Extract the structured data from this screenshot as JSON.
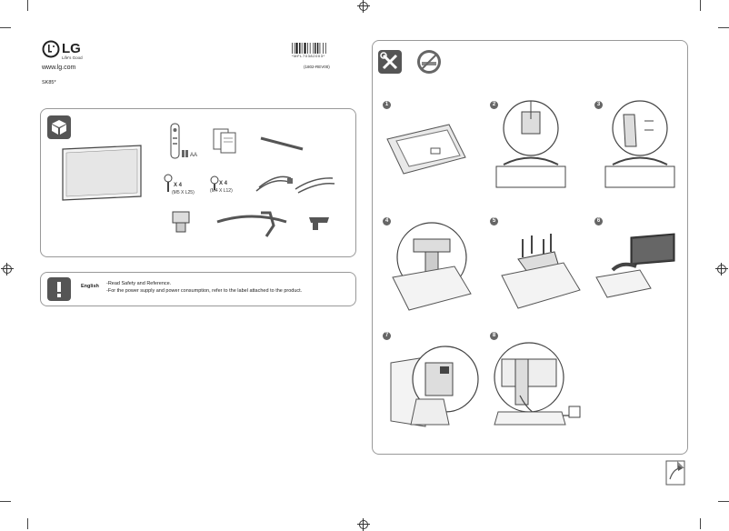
{
  "brand": {
    "logo_text": "LG",
    "tagline": "Life's Good",
    "website": "www.lg.com",
    "model": "SK85*"
  },
  "barcode": {
    "code": "*MFL70382003*",
    "revision": "(1802-REV00)"
  },
  "contents": {
    "remote_label": "AA",
    "screw_count_1": "X 4",
    "screw_size_1": "(M5 X L25)",
    "screw_count_2": "X 4",
    "screw_size_2": "(M4 X L12)"
  },
  "notice": {
    "language": "English",
    "line1": "-Read Safety and Reference.",
    "line2": "-For the power supply and power consumption, refer to the label attached to the product."
  },
  "steps": [
    "1",
    "2",
    "3",
    "4",
    "5",
    "6",
    "7",
    "8"
  ]
}
